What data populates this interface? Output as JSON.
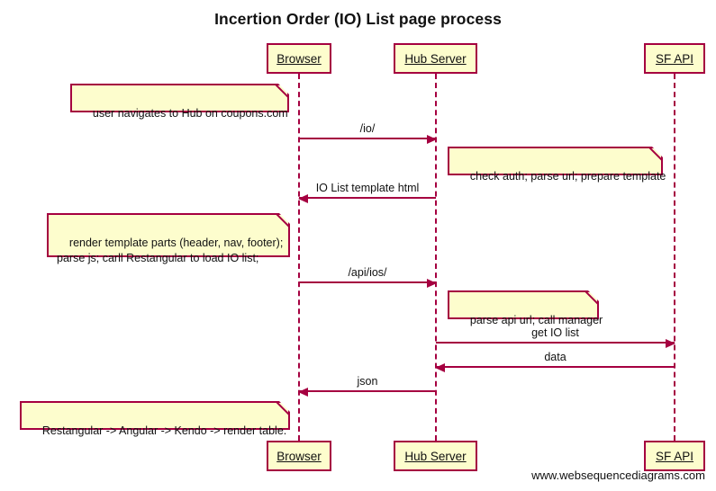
{
  "diagram": {
    "title": "Incertion Order (IO) List page process",
    "type": "uml-sequence-diagram",
    "footer_credit": "www.websequencediagrams.com",
    "colors": {
      "box_fill": "#fdfdcd",
      "stroke": "#a50040",
      "background": "#ffffff",
      "text": "#111111"
    }
  },
  "participants": [
    {
      "id": "browser",
      "label": "Browser"
    },
    {
      "id": "hub_server",
      "label": "Hub Server"
    },
    {
      "id": "sf_api",
      "label": "SF API"
    }
  ],
  "participants_bottom": [
    {
      "id": "browser",
      "label": "Browser"
    },
    {
      "id": "hub_server",
      "label": "Hub Server"
    },
    {
      "id": "sf_api",
      "label": "SF API"
    }
  ],
  "notes": [
    {
      "id": "note-user-navigates",
      "text": "user navigates to Hub on coupons.com"
    },
    {
      "id": "note-check-auth",
      "text": "check auth; parse url; prepare template"
    },
    {
      "id": "note-render-template",
      "text": "render template parts (header, nav, footer);\nparse js; carll Restangular to load IO list;"
    },
    {
      "id": "note-parse-api-url",
      "text": "parse api url; call manager"
    },
    {
      "id": "note-restangular-chain",
      "text": "Restangular -> Angular -> Kendo -> render table."
    }
  ],
  "messages": [
    {
      "id": "msg-io",
      "label": "/io/",
      "from": "browser",
      "to": "hub_server",
      "direction": "right"
    },
    {
      "id": "msg-io-list-template-html",
      "label": "IO List template html",
      "from": "hub_server",
      "to": "browser",
      "direction": "left"
    },
    {
      "id": "msg-api-ios",
      "label": "/api/ios/",
      "from": "browser",
      "to": "hub_server",
      "direction": "right"
    },
    {
      "id": "msg-get-io-list",
      "label": "get IO list",
      "from": "hub_server",
      "to": "sf_api",
      "direction": "right"
    },
    {
      "id": "msg-data",
      "label": "data",
      "from": "sf_api",
      "to": "hub_server",
      "direction": "left"
    },
    {
      "id": "msg-json",
      "label": "json",
      "from": "hub_server",
      "to": "browser",
      "direction": "left"
    }
  ]
}
